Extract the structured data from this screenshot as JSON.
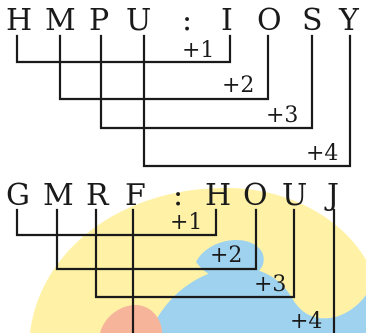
{
  "puzzle_1": {
    "left": [
      "H",
      "M",
      "P",
      "U"
    ],
    "separator": ":",
    "right": [
      "I",
      "O",
      "S",
      "Y"
    ],
    "shifts": [
      "+1",
      "+2",
      "+3",
      "+4"
    ]
  },
  "puzzle_2": {
    "left": [
      "G",
      "M",
      "R",
      "F"
    ],
    "separator": ":",
    "right": [
      "H",
      "O",
      "U",
      "J"
    ],
    "shifts": [
      "+1",
      "+2",
      "+3",
      "+4"
    ]
  },
  "watermark": {
    "colors": {
      "yellow": "#fff2a6",
      "blue": "#9fd2ee",
      "salmon": "#f6b49a"
    }
  }
}
